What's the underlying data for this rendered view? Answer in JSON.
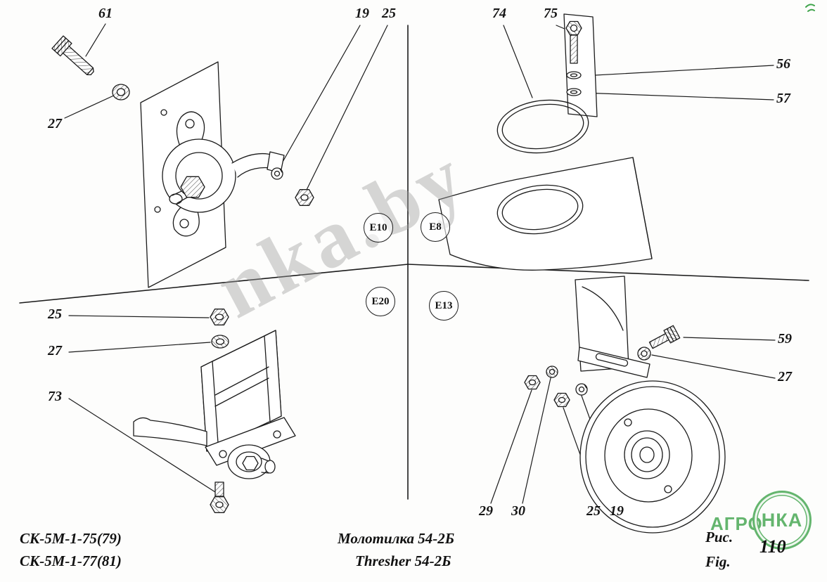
{
  "watermark": "nka.by",
  "colors": {
    "logo_green": "#3fa44b",
    "line_ink": "#1b1b1b"
  },
  "zones": {
    "e10": "E10",
    "e8": "E8",
    "e20": "E20",
    "e13": "E13"
  },
  "callouts": {
    "tl_bolt": "61",
    "tl_washer": "27",
    "tl_lockwasher": "19",
    "tl_nut": "25",
    "tr_ring": "74",
    "tr_bolt": "75",
    "tr_washer_upper": "56",
    "tr_washer_lower": "57",
    "bl_nut": "25",
    "bl_washer": "27",
    "bl_bolt": "73",
    "br_bolt": "59",
    "br_washer": "27",
    "br_nut_a": "29",
    "br_washer_b": "30",
    "br_nut_c": "25",
    "br_lockwasher": "19"
  },
  "footer": {
    "model_code_1": "СК-5М-1-75(79)",
    "model_code_2": "СК-5М-1-77(81)",
    "title_ru": "Молотилка 54-2Б",
    "title_en": "Thresher 54-2Б",
    "fig_label_ru": "Рис.",
    "fig_label_en": "Fig.",
    "fig_number": "110"
  },
  "logo": {
    "word_left": "АГРО",
    "circle_word": "НКА"
  }
}
